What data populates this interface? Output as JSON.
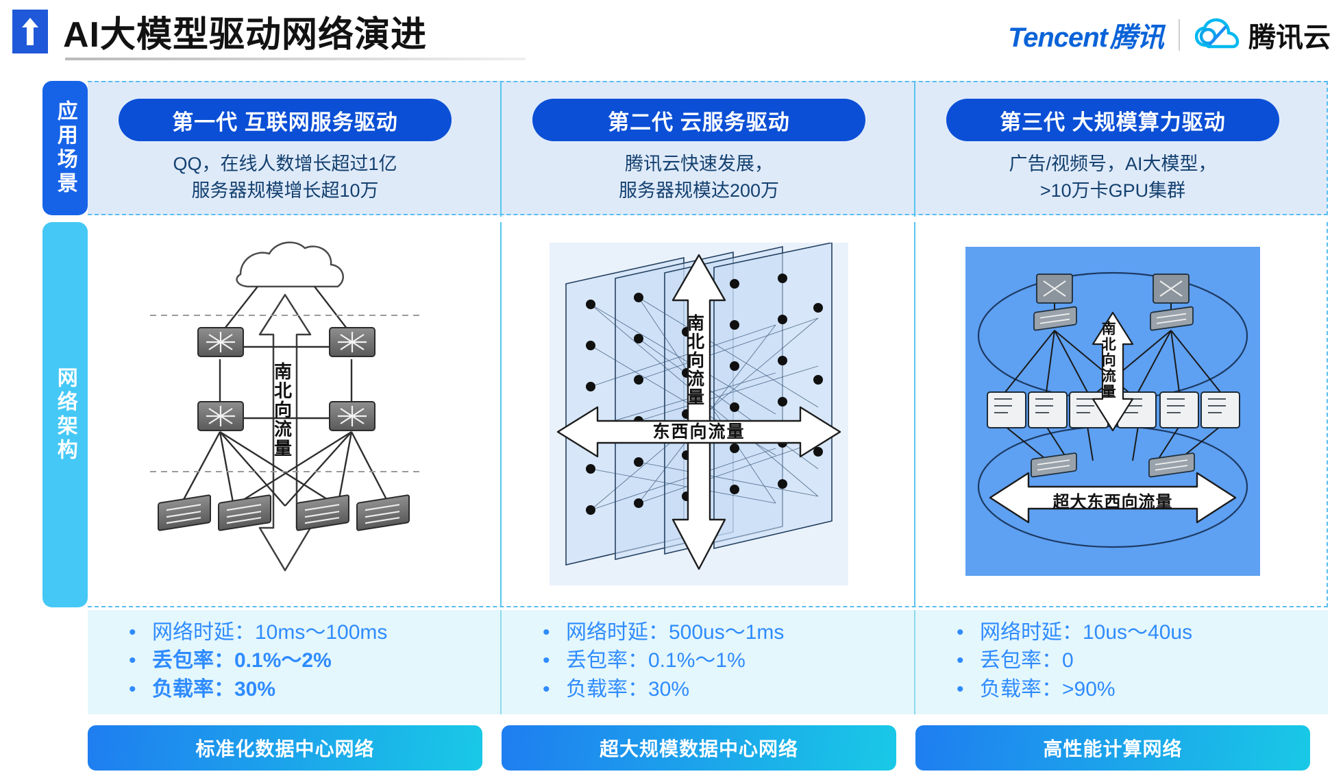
{
  "header": {
    "logo_icon": "tencent-arrow-icon",
    "title": "AI大模型驱动网络演进",
    "brand_tencent_en": "Tencent",
    "brand_tencent_cn": "腾讯",
    "brand_cloud_icon": "tencent-cloud-icon",
    "brand_cloud_cn": "腾讯云"
  },
  "rails": {
    "scenario": "应用场景",
    "architecture": "网络架构"
  },
  "columns": [
    {
      "pill": "第一代 互联网服务驱动",
      "desc_line1": "QQ，在线人数增长超过1亿",
      "desc_line2": "服务器规模增长超10万",
      "diagram_labels": [
        "南北向流量"
      ],
      "metrics": [
        {
          "text": "网络时延：10ms～100ms",
          "bold": false
        },
        {
          "text": "丢包率：0.1%～2%",
          "bold": true
        },
        {
          "text": "负载率：30%",
          "bold": true
        }
      ],
      "footer": "标准化数据中心网络"
    },
    {
      "pill": "第二代  云服务驱动",
      "desc_line1": "腾讯云快速发展，",
      "desc_line2": "服务器规模达200万",
      "diagram_labels": [
        "南北向流量",
        "东西向流量"
      ],
      "metrics": [
        {
          "text": "网络时延：500us～1ms",
          "bold": false
        },
        {
          "text": "丢包率：0.1%～1%",
          "bold": false
        },
        {
          "text": "负载率：30%",
          "bold": false
        }
      ],
      "footer": "超大规模数据中心网络"
    },
    {
      "pill": "第三代  大规模算力驱动",
      "desc_line1": "广告/视频号，AI大模型，",
      "desc_line2": ">10万卡GPU集群",
      "diagram_labels": [
        "南北向流量",
        "超大东西向流量"
      ],
      "metrics": [
        {
          "text": "网络时延：10us～40us",
          "bold": false
        },
        {
          "text": "丢包率：0",
          "bold": false
        },
        {
          "text": "负载率：>90%",
          "bold": false
        }
      ],
      "footer": "高性能计算网络"
    }
  ],
  "colors": {
    "brand_blue": "#0a63d8",
    "pill_blue": "#0b4fd6",
    "rail_scenario": "#1763e8",
    "rail_arch": "#45c8f5",
    "metric_blue": "#2f8bff",
    "band_bg": "#dfeaf9",
    "metrics_bg": "#e4f7fc",
    "footer_gradient_from": "#1f7df0",
    "footer_gradient_to": "#19c9e6"
  }
}
